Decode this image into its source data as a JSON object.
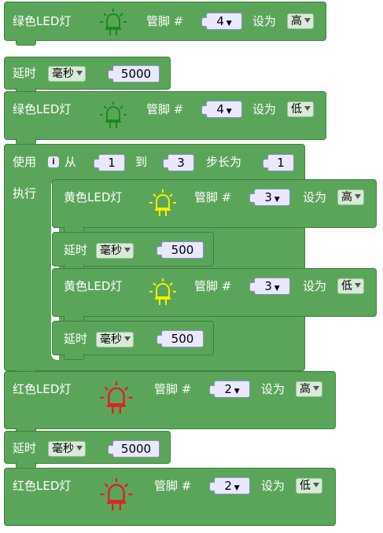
{
  "blocks": {
    "green_on": {
      "label": "绿色LED灯",
      "pin_label": "管脚 #",
      "pin": "4",
      "set_label": "设为",
      "state": "高"
    },
    "delay1": {
      "label": "延时",
      "unit": "毫秒",
      "value": "5000"
    },
    "green_off": {
      "label": "绿色LED灯",
      "pin_label": "管脚 #",
      "pin": "4",
      "set_label": "设为",
      "state": "低"
    },
    "loop": {
      "use_label": "使用",
      "var": "i",
      "from_label": "从",
      "from": "1",
      "to_label": "到",
      "to": "3",
      "step_label": "步长为",
      "step": "1",
      "do_label": "执行"
    },
    "yellow_on": {
      "label": "黄色LED灯",
      "pin_label": "管脚 #",
      "pin": "3",
      "set_label": "设为",
      "state": "高"
    },
    "delay2": {
      "label": "延时",
      "unit": "毫秒",
      "value": "500"
    },
    "yellow_off": {
      "label": "黄色LED灯",
      "pin_label": "管脚 #",
      "pin": "3",
      "set_label": "设为",
      "state": "低"
    },
    "delay3": {
      "label": "延时",
      "unit": "毫秒",
      "value": "500"
    },
    "red_on": {
      "label": "红色LED灯",
      "pin_label": "管脚 #",
      "pin": "2",
      "set_label": "设为",
      "state": "高"
    },
    "delay4": {
      "label": "延时",
      "unit": "毫秒",
      "value": "5000"
    },
    "red_off": {
      "label": "红色LED灯",
      "pin_label": "管脚 #",
      "pin": "2",
      "set_label": "设为",
      "state": "低"
    }
  },
  "colors": {
    "block": "#5ba55b",
    "green_led": "#1a8a1a",
    "yellow_led": "#f0f000",
    "red_led": "#e02020"
  },
  "icons": {
    "led": "led-bulb-icon"
  }
}
